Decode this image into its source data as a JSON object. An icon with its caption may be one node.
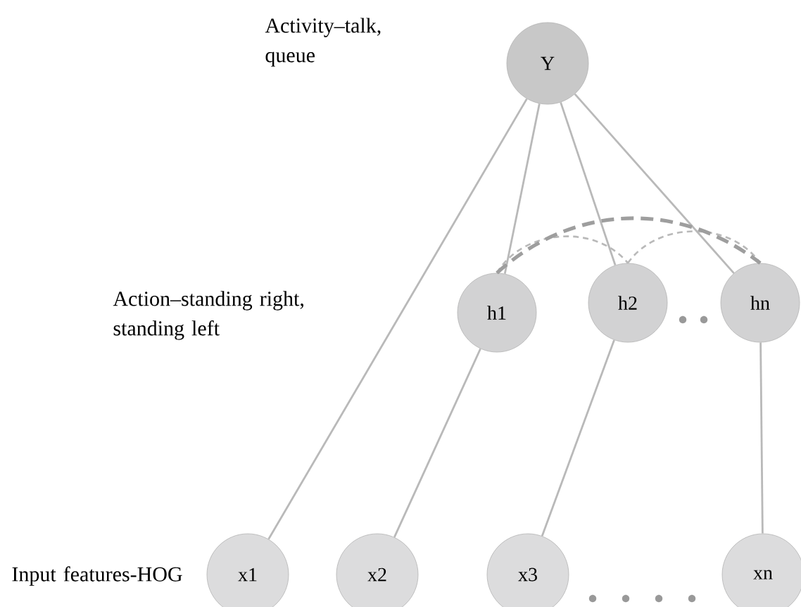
{
  "diagram": {
    "nodes": [
      {
        "text": [
          "Y"
        ]
      },
      {
        "text": [
          "h1"
        ]
      },
      {
        "text": [
          "h2"
        ]
      },
      {
        "text": [
          "hn"
        ]
      },
      {
        "text": [
          "x1"
        ]
      },
      {
        "text": [
          "x2"
        ]
      },
      {
        "text": [
          "x3"
        ]
      },
      {
        "text": [
          "xn"
        ]
      }
    ],
    "edges": [
      {
        "from": 0,
        "to": 4,
        "arrow": "none"
      },
      {
        "from": 0,
        "to": 1,
        "arrow": "none"
      },
      {
        "from": 0,
        "to": 2,
        "arrow": "none"
      },
      {
        "from": 0,
        "to": 3,
        "arrow": "none"
      },
      {
        "from": 1,
        "to": 5,
        "arrow": "none"
      },
      {
        "from": 2,
        "to": 6,
        "arrow": "none"
      },
      {
        "from": 3,
        "to": 7,
        "arrow": "none"
      },
      {
        "from": 1,
        "to": 2,
        "arrow": "none",
        "style": "dashed"
      },
      {
        "from": 2,
        "to": 3,
        "arrow": "none",
        "style": "dashed"
      },
      {
        "from": 1,
        "to": 3,
        "arrow": "none",
        "style": "dashed",
        "color": "#9e9e9e"
      }
    ],
    "labels": [
      "Activity–talk, queue",
      "Action–standing right, standing left",
      "Input features-HOG"
    ]
  }
}
